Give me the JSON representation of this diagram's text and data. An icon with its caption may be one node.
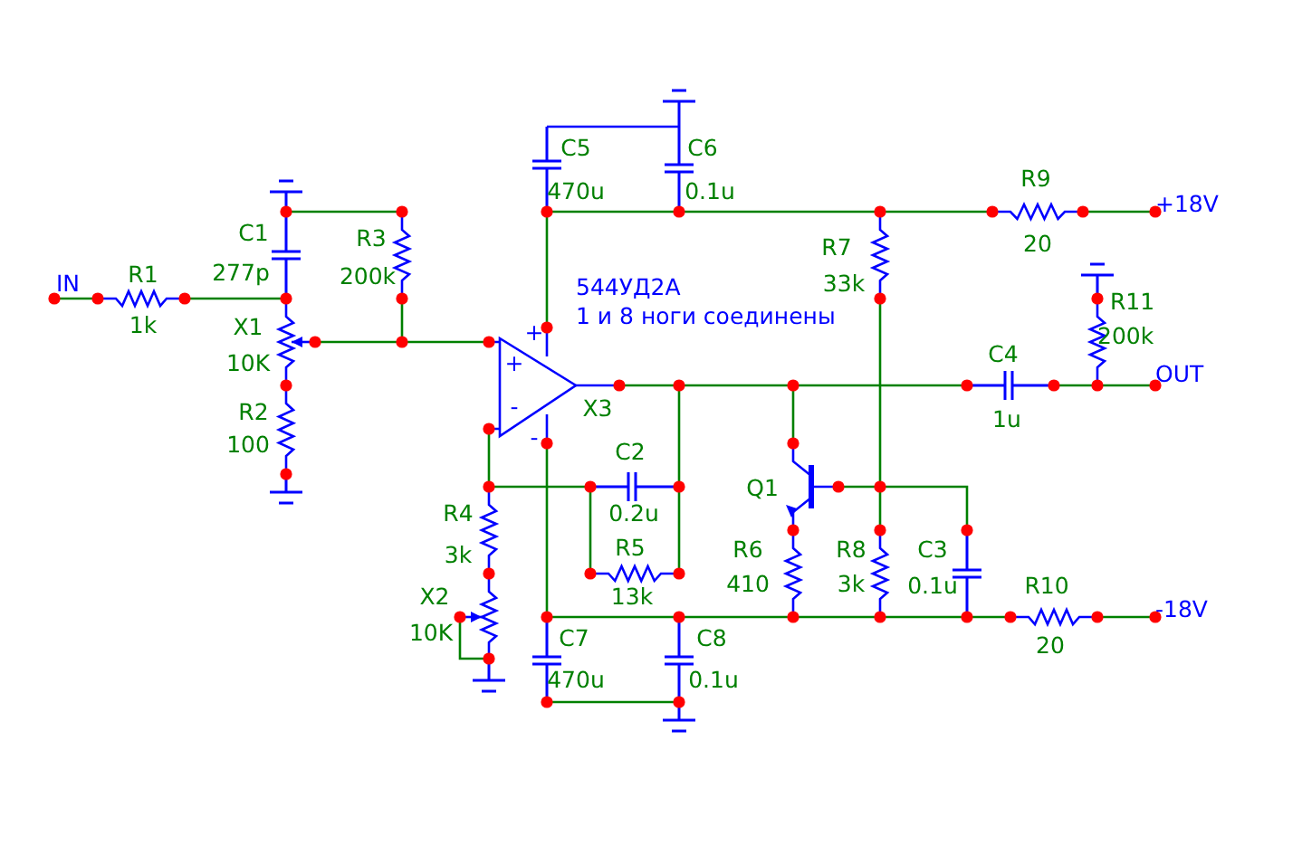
{
  "diagram": {
    "labels": [
      "C5",
      "C6",
      "R9",
      "470u",
      "0.1u",
      "+18V",
      "C1",
      "R3",
      "20",
      "R7",
      "277p",
      "200k",
      "IN",
      "R1",
      "33k",
      "544УД2А",
      "R11",
      "1 и 8 ноги соединены",
      "1k",
      "X1",
      "+",
      "200k",
      "C4",
      "+",
      "10K",
      "OUT",
      "-",
      "X3",
      "R2",
      "1u",
      "-",
      "100",
      "C2",
      "Q1",
      "0.2u",
      "R4",
      "R5",
      "R6",
      "R8",
      "C3",
      "3k",
      "410",
      "3k",
      "0.1u",
      "R10",
      "13k",
      "X2",
      "-18V",
      "10K",
      "C7",
      "C8",
      "20",
      "470u",
      "0.1u"
    ]
  }
}
